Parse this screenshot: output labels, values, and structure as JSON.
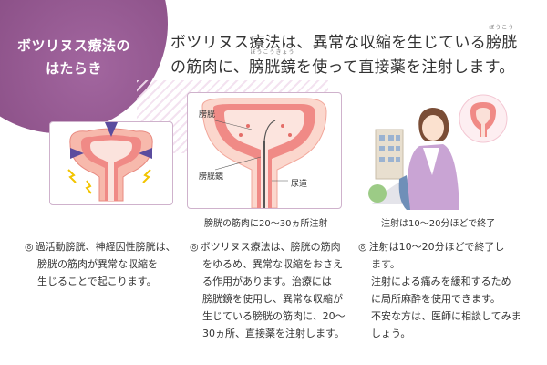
{
  "title": {
    "line1": "ボツリヌス療法の",
    "line2": "はたらき"
  },
  "headline": {
    "line1_a": "ボツリヌス療法は、異常な収縮を生じている",
    "line1_b": "膀胱",
    "line1_b_ruby": "ぼうこう",
    "line2_a": "の筋肉に、",
    "line2_b": "膀胱鏡",
    "line2_b_ruby": "ぼうこうきょう",
    "line2_c": "を使って直接薬を注射します。"
  },
  "diagram": {
    "label_bladder": "膀胱",
    "label_cystoscope": "膀胱鏡",
    "label_urethra": "尿道"
  },
  "captions": {
    "panel2": "膀胱の筋肉に20～30ヵ所注射",
    "panel3": "注射は10～20分ほどで終了"
  },
  "columns": {
    "col1": {
      "bullet": "◎",
      "line1": "過活動膀胱、神経因性膀胱は、",
      "line2": "膀胱の筋肉が異常な収縮を",
      "line3": "生じることで起こります。"
    },
    "col2": {
      "bullet": "◎",
      "line1": "ボツリヌス療法は、膀胱の筋肉",
      "line2": "をゆるめ、異常な収縮をおさえ",
      "line3": "る作用があります。治療には",
      "line4": "膀胱鏡を使用し、異常な収縮が",
      "line5": "生じている膀胱の筋肉に、20～",
      "line6": "30ヵ所、直接薬を注射します。"
    },
    "col3": {
      "bullet": "◎",
      "line1": "注射は10～20分ほどで終了し",
      "line2": "ます。",
      "line3": "注射による痛みを緩和するため",
      "line4": "に局所麻酔を使用できます。",
      "line5": "不安な方は、医師に相談してみま",
      "line6": "しょう。"
    }
  },
  "colors": {
    "brand_purple": "#8a4f86",
    "panel_border": "#cfb2cc",
    "bladder_pink": "#f08a86",
    "bladder_light": "#f9cfc4"
  }
}
